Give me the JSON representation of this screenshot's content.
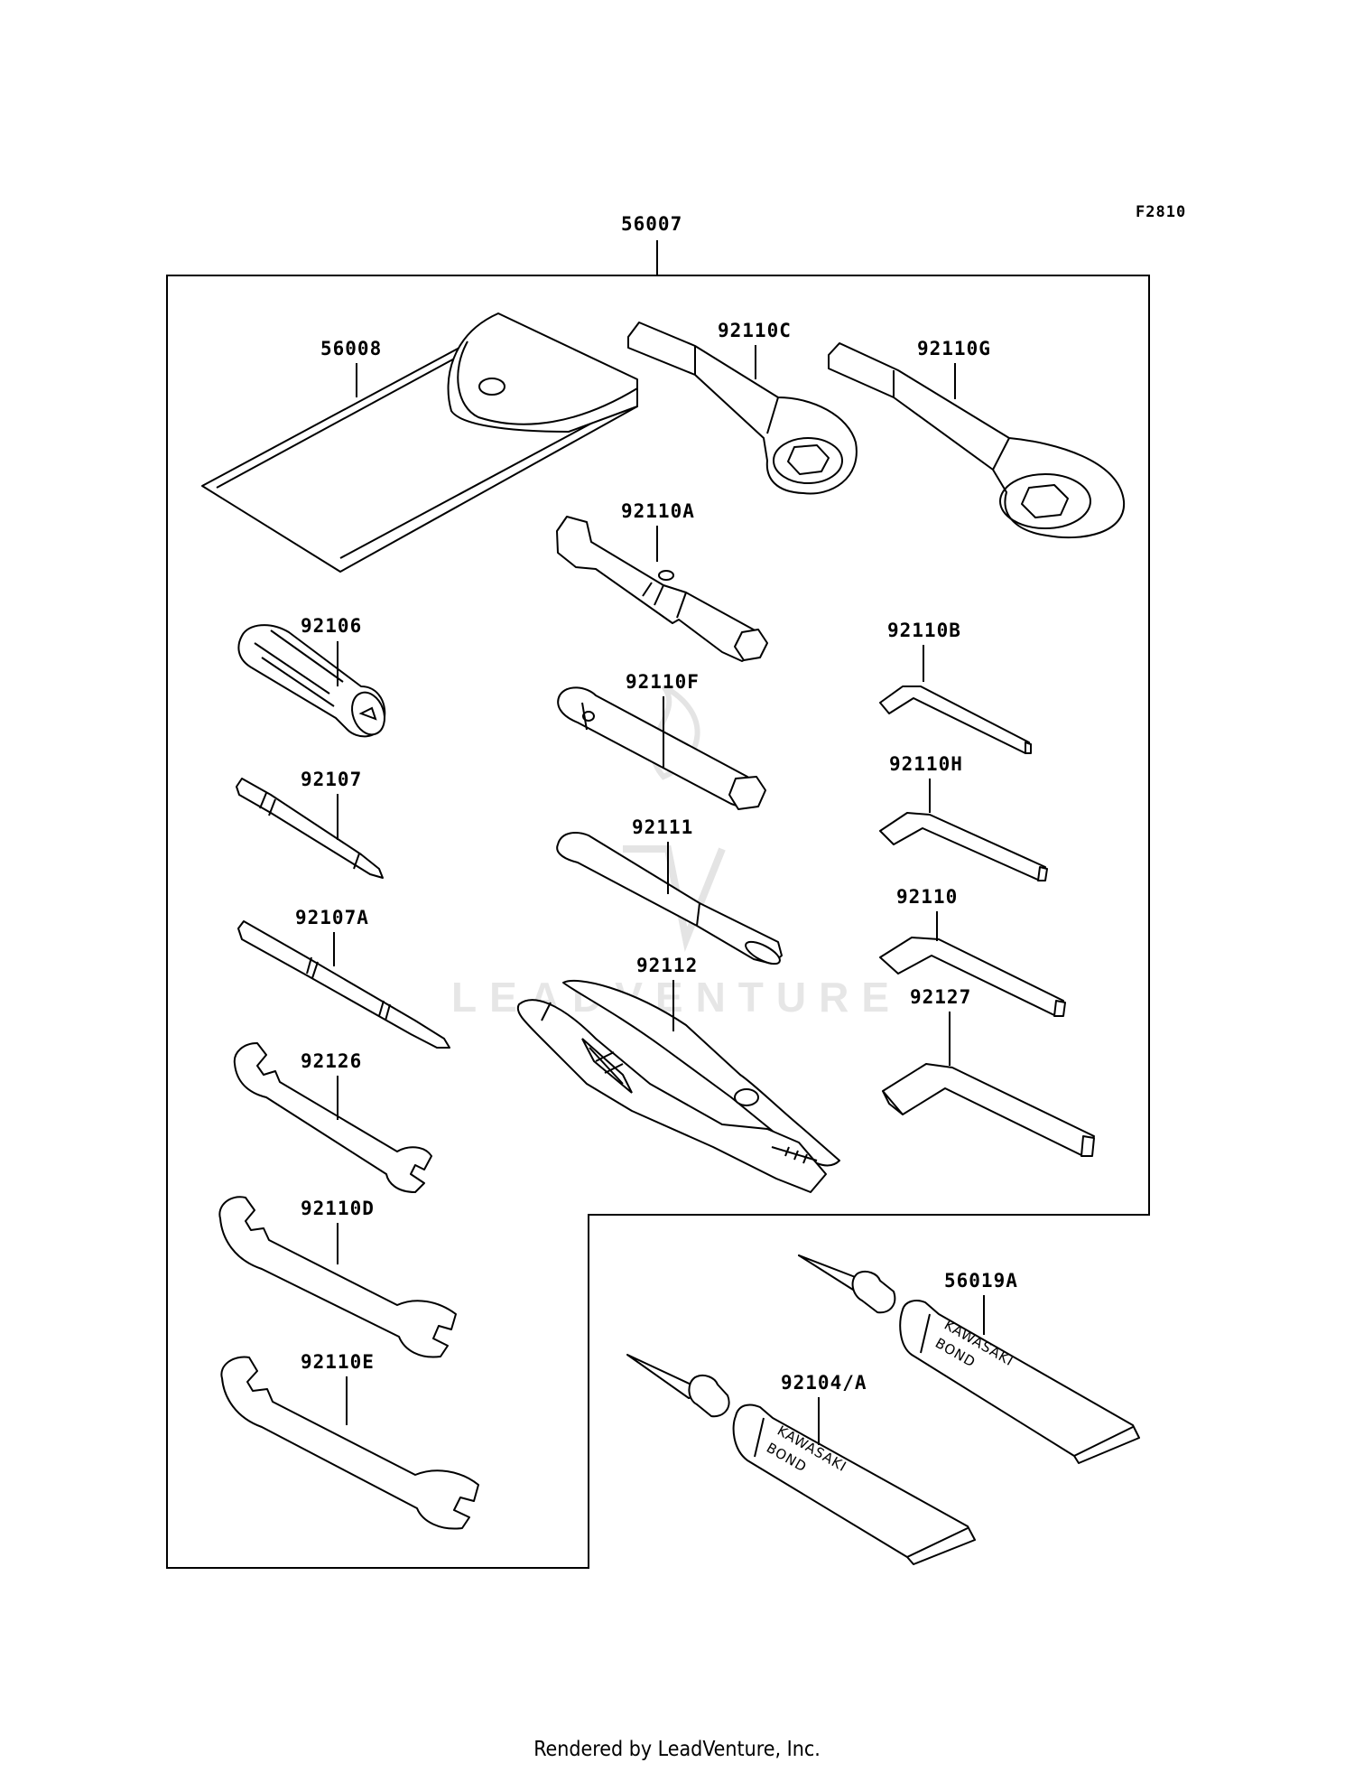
{
  "figure_code": "F2810",
  "kit_part": "56007",
  "watermark": "LEADVENTURE",
  "tube_brand": "KAWASAKI",
  "tube_product": "BOND",
  "parts": {
    "p56008": "56008",
    "p92110C": "92110C",
    "p92110G": "92110G",
    "p92110A": "92110A",
    "p92106": "92106",
    "p92110B": "92110B",
    "p92110F": "92110F",
    "p92107": "92107",
    "p92110H": "92110H",
    "p92111": "92111",
    "p92107A": "92107A",
    "p92110": "92110",
    "p92112": "92112",
    "p92127": "92127",
    "p92126": "92126",
    "p92110D": "92110D",
    "p56019A": "56019A",
    "p92104A": "92104/A",
    "p92110E": "92110E"
  },
  "footer": "Rendered by LeadVenture, Inc."
}
